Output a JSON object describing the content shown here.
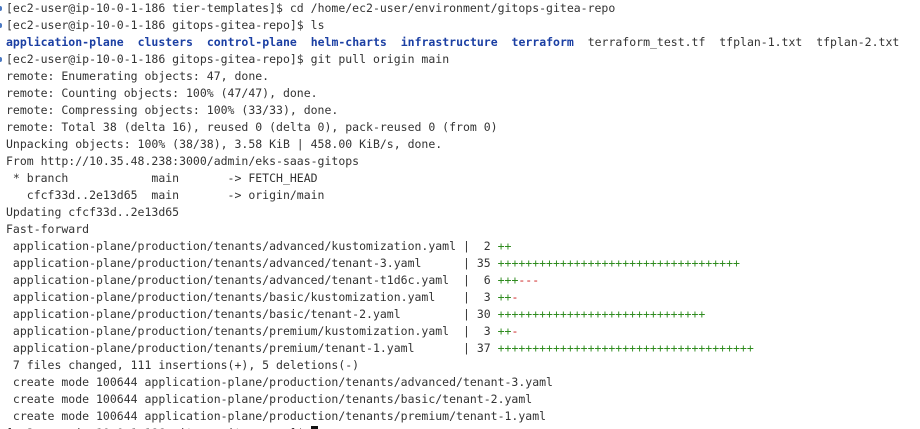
{
  "prompt": "[ec2-user@ip-10-0-1-186 ",
  "lines": [
    {
      "type": "prompt",
      "dir": "tier-templates",
      "cmd": "cd /home/ec2-user/environment/gitops-gitea-repo"
    },
    {
      "type": "prompt",
      "dir": "gitops-gitea-repo",
      "cmd": "ls"
    },
    {
      "type": "ls",
      "dirs": [
        "application-plane",
        "clusters",
        "control-plane",
        "helm-charts",
        "infrastructure",
        "terraform"
      ],
      "files": [
        "terraform_test.tf",
        "tfplan-1.txt",
        "tfplan-2.txt"
      ]
    },
    {
      "type": "prompt",
      "dir": "gitops-gitea-repo",
      "cmd": "git pull origin main"
    },
    {
      "type": "text",
      "text": "remote: Enumerating objects: 47, done."
    },
    {
      "type": "text",
      "text": "remote: Counting objects: 100% (47/47), done."
    },
    {
      "type": "text",
      "text": "remote: Compressing objects: 100% (33/33), done."
    },
    {
      "type": "text",
      "text": "remote: Total 38 (delta 16), reused 0 (delta 0), pack-reused 0 (from 0)"
    },
    {
      "type": "text",
      "text": "Unpacking objects: 100% (38/38), 3.58 KiB | 458.00 KiB/s, done."
    },
    {
      "type": "text",
      "text": "From http://10.35.48.238:3000/admin/eks-saas-gitops"
    },
    {
      "type": "text",
      "text": " * branch            main       -> FETCH_HEAD"
    },
    {
      "type": "text",
      "text": "   cfcf33d..2e13d65  main       -> origin/main"
    },
    {
      "type": "text",
      "text": "Updating cfcf33d..2e13d65"
    },
    {
      "type": "text",
      "text": "Fast-forward"
    },
    {
      "type": "stat",
      "file": "application-plane/production/tenants/advanced/kustomization.yaml",
      "count": "2",
      "plus": 2,
      "minus": 0
    },
    {
      "type": "stat",
      "file": "application-plane/production/tenants/advanced/tenant-3.yaml",
      "count": "35",
      "plus": 35,
      "minus": 0
    },
    {
      "type": "stat",
      "file": "application-plane/production/tenants/advanced/tenant-t1d6c.yaml",
      "count": "6",
      "plus": 3,
      "minus": 3
    },
    {
      "type": "stat",
      "file": "application-plane/production/tenants/basic/kustomization.yaml",
      "count": "3",
      "plus": 2,
      "minus": 1
    },
    {
      "type": "stat",
      "file": "application-plane/production/tenants/basic/tenant-2.yaml",
      "count": "30",
      "plus": 30,
      "minus": 0
    },
    {
      "type": "stat",
      "file": "application-plane/production/tenants/premium/kustomization.yaml",
      "count": "3",
      "plus": 2,
      "minus": 1
    },
    {
      "type": "stat",
      "file": "application-plane/production/tenants/premium/tenant-1.yaml",
      "count": "37",
      "plus": 37,
      "minus": 0
    },
    {
      "type": "text",
      "text": " 7 files changed, 111 insertions(+), 5 deletions(-)"
    },
    {
      "type": "text",
      "text": " create mode 100644 application-plane/production/tenants/advanced/tenant-3.yaml"
    },
    {
      "type": "text",
      "text": " create mode 100644 application-plane/production/tenants/basic/tenant-2.yaml"
    },
    {
      "type": "text",
      "text": " create mode 100644 application-plane/production/tenants/premium/tenant-1.yaml"
    },
    {
      "type": "prompt",
      "dir": "gitops-gitea-repo",
      "cmd": "",
      "cursor": true
    }
  ],
  "colors": {
    "dir": "#1b3fa3",
    "plus": "#2e8b1e",
    "minus": "#cc2222",
    "text": "#333333"
  }
}
